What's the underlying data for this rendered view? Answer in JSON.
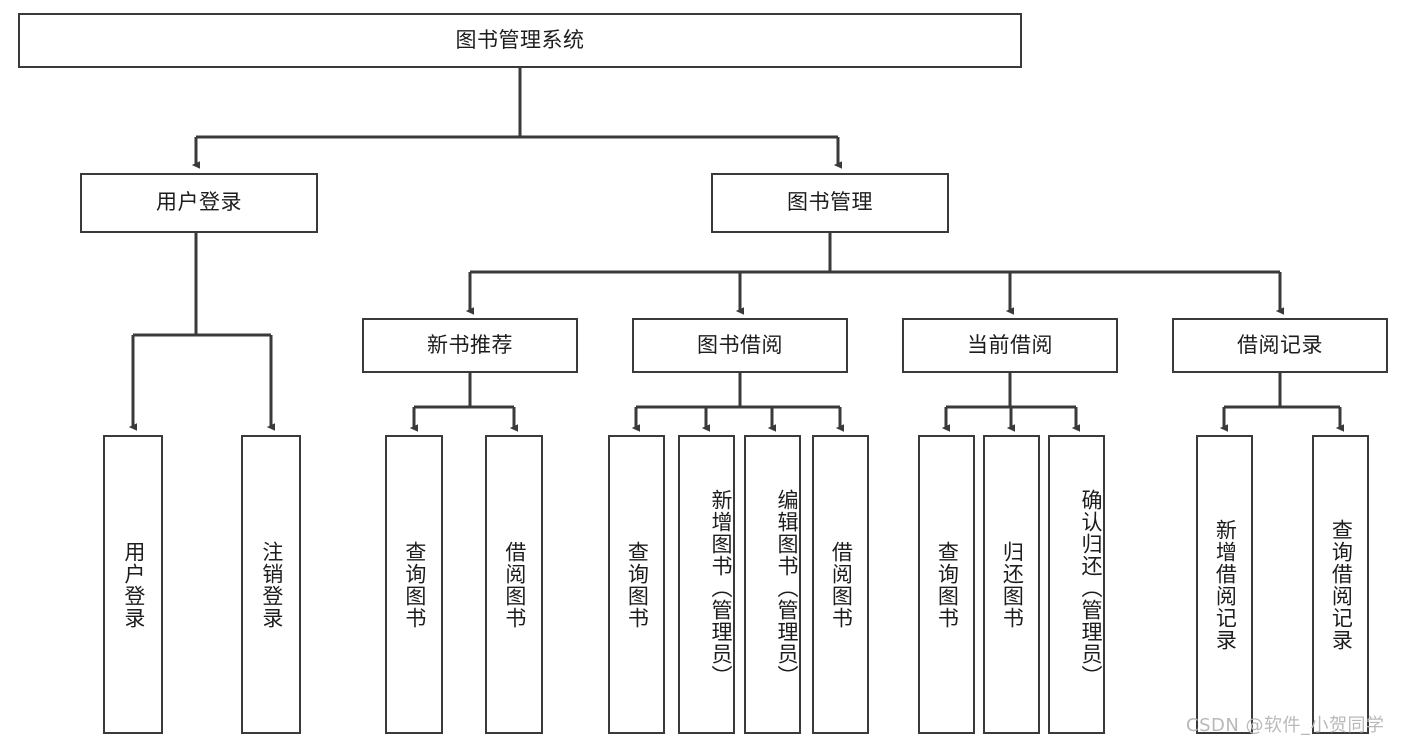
{
  "diagram": {
    "title": "图书管理系统",
    "type": "hierarchy-tree",
    "root": {
      "label": "图书管理系统"
    },
    "level2": [
      {
        "label": "用户登录"
      },
      {
        "label": "图书管理"
      }
    ],
    "level3": [
      {
        "label": "新书推荐"
      },
      {
        "label": "图书借阅"
      },
      {
        "label": "当前借阅"
      },
      {
        "label": "借阅记录"
      }
    ],
    "leaves": {
      "user_login": [
        {
          "label": "用户登录"
        },
        {
          "label": "注销登录"
        }
      ],
      "new_book_recommend": [
        {
          "label": "查询图书"
        },
        {
          "label": "借阅图书"
        }
      ],
      "book_borrow": [
        {
          "label": "查询图书"
        },
        {
          "label": "新增图书（管理员）"
        },
        {
          "label": "编辑图书（管理员）"
        },
        {
          "label": "借阅图书"
        }
      ],
      "current_borrow": [
        {
          "label": "查询图书"
        },
        {
          "label": "归还图书"
        },
        {
          "label": "确认归还（管理员）"
        }
      ],
      "borrow_record": [
        {
          "label": "新增借阅记录"
        },
        {
          "label": "查询借阅记录"
        }
      ]
    },
    "watermark": "CSDN @软件_小贺同学",
    "colors": {
      "stroke": "#3a3a3a",
      "text": "#1d1d1d",
      "background": "#ffffff",
      "watermark": "#b9b9b9"
    }
  }
}
